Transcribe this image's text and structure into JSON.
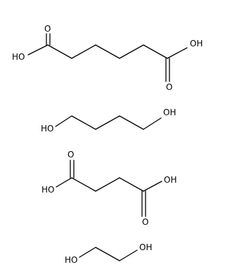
{
  "molecules": [
    {
      "id": "adipic-acid",
      "atoms": {
        "oh_left": "HO",
        "o_top": "O",
        "o_bottom": "O",
        "oh_right": "OH"
      }
    },
    {
      "id": "butanediol",
      "atoms": {
        "oh_left": "HO",
        "oh_right": "OH"
      }
    },
    {
      "id": "succinic-acid",
      "atoms": {
        "oh_left": "HO",
        "o_top": "O",
        "o_bottom": "O",
        "oh_right": "OH"
      }
    },
    {
      "id": "ethylene-glycol",
      "atoms": {
        "oh_left": "HO",
        "oh_right": "OH"
      }
    }
  ],
  "colors": {
    "bond": "#000000",
    "background": "#ffffff"
  }
}
